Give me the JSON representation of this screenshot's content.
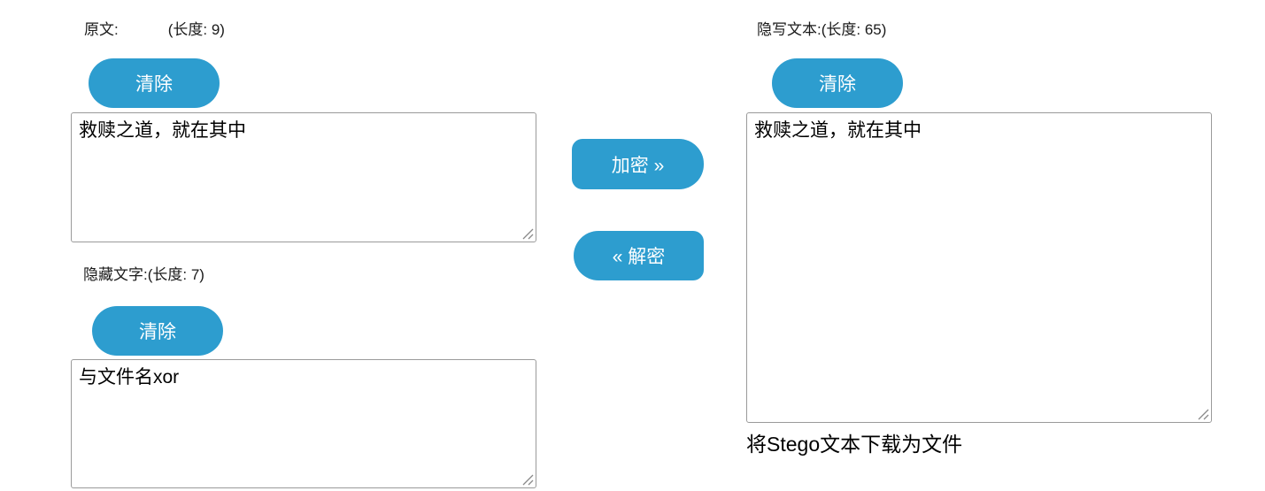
{
  "theme": {
    "accent_blue": "#2d9dcf",
    "page_background": "#ffffff",
    "label_color": "#1a1a1a",
    "textarea_border": "#9a9a9a"
  },
  "panels": {
    "original": {
      "label": "原文:",
      "length": "(长度: 9)",
      "clear_button": "清除",
      "text": "救赎之道，就在其中"
    },
    "hidden": {
      "label": "隐藏文字:",
      "length": "(长度: 7)",
      "clear_button": "清除",
      "text": "与文件名xor"
    },
    "stego": {
      "label": "隐写文本:",
      "length": "(长度: 65)",
      "clear_button": "清除",
      "text": "救赎之道，就在其中",
      "download_link": "将Stego文本下载为文件"
    }
  },
  "actions": {
    "encrypt_button": "加密 »",
    "decrypt_button": "« 解密"
  }
}
